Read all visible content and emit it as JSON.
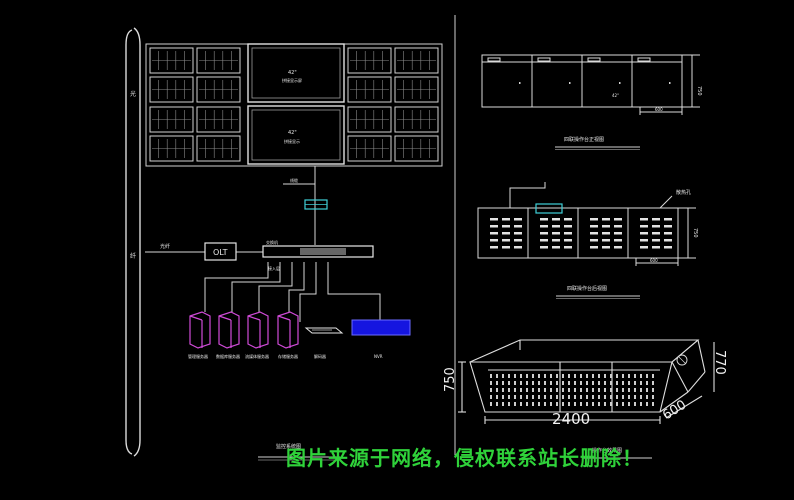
{
  "diagram": {
    "left_vertical_labels": [
      "光",
      "纤"
    ],
    "video_wall": {
      "screen_labels": [
        {
          "size": "42\"",
          "name": "拼接显示屏"
        },
        {
          "size": "42\"",
          "name": "拼接显示"
        }
      ]
    },
    "network": {
      "feed_label": "光纤",
      "olt_label": "OLT",
      "top_cable_label": "线缆",
      "switch_label": "交换机",
      "switch_sub_label": "接入层",
      "devices": [
        {
          "label": "管理服务器"
        },
        {
          "label": "数据库服务器"
        },
        {
          "label": "流媒体服务器"
        },
        {
          "label": "存储服务器"
        },
        {
          "label": "解码器"
        },
        {
          "label": "NVR"
        }
      ],
      "caption": "监控系统图"
    },
    "console_front": {
      "caption": "四联操作台正视图",
      "dim_width": "600",
      "dim_height": "750",
      "note": "42\""
    },
    "console_rear": {
      "caption": "四联操作台后视图",
      "side_label": "散热孔",
      "dim_width": "600",
      "dim_height": "750"
    },
    "console_3d": {
      "dim_length": "2400",
      "dim_height": "750",
      "dim_side": "770",
      "dim_depth": "600",
      "caption": "操作台效果图"
    }
  },
  "watermark": "图片来源于网络，侵权联系站长删除！"
}
